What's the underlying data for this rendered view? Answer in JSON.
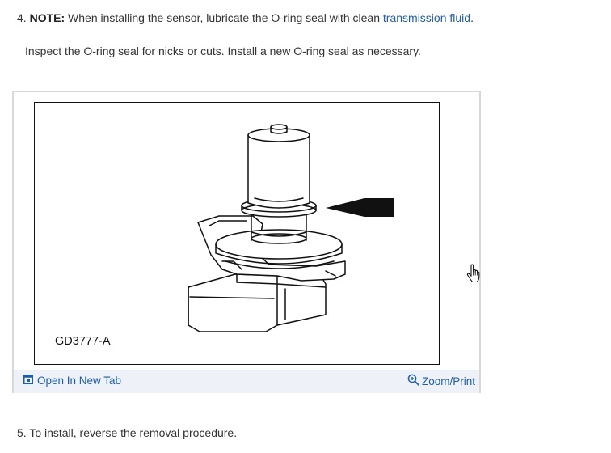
{
  "step4": {
    "number": "4.",
    "note_label": "NOTE:",
    "text_before_link": " When installing the sensor, lubricate the O-ring seal with clean ",
    "link_text": "transmission fluid",
    "text_after_link": "."
  },
  "inspect_text": "Inspect the O-ring seal for nicks or cuts. Install a new O-ring seal as necessary.",
  "figure": {
    "code": "GD3777-A",
    "open_tab_label": "Open In New Tab",
    "zoom_label": "Zoom/Print"
  },
  "step5": {
    "text": "5. To install, reverse the removal procedure."
  },
  "colors": {
    "link": "#1f5fa8",
    "footer_bg": "#eef1f8",
    "card_border": "#d8d8d8"
  },
  "icons": {
    "open_tab": "open-in-new-tab-icon",
    "zoom": "zoom-in-icon",
    "cursor": "hand-pointer-cursor-icon"
  }
}
